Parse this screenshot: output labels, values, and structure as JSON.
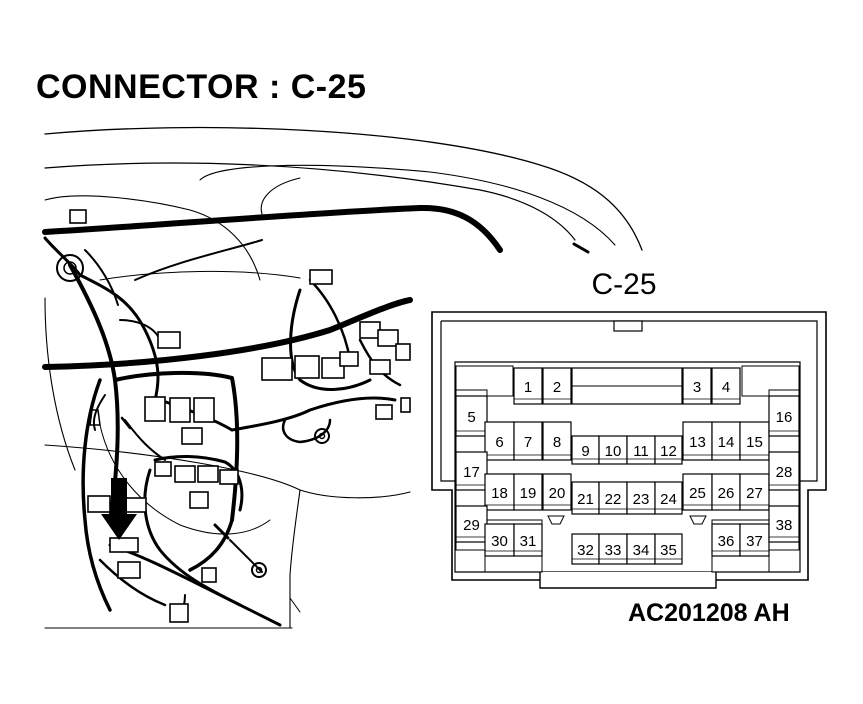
{
  "title": "CONNECTOR : C-25",
  "connector_label": "C-25",
  "reference_code": "AC201208 AH",
  "pins": [
    {
      "n": "1"
    },
    {
      "n": "2"
    },
    {
      "n": "3"
    },
    {
      "n": "4"
    },
    {
      "n": "5"
    },
    {
      "n": "6"
    },
    {
      "n": "7"
    },
    {
      "n": "8"
    },
    {
      "n": "9"
    },
    {
      "n": "10"
    },
    {
      "n": "11"
    },
    {
      "n": "12"
    },
    {
      "n": "13"
    },
    {
      "n": "14"
    },
    {
      "n": "15"
    },
    {
      "n": "16"
    },
    {
      "n": "17"
    },
    {
      "n": "18"
    },
    {
      "n": "19"
    },
    {
      "n": "20"
    },
    {
      "n": "21"
    },
    {
      "n": "22"
    },
    {
      "n": "23"
    },
    {
      "n": "24"
    },
    {
      "n": "25"
    },
    {
      "n": "26"
    },
    {
      "n": "27"
    },
    {
      "n": "28"
    },
    {
      "n": "29"
    },
    {
      "n": "30"
    },
    {
      "n": "31"
    },
    {
      "n": "32"
    },
    {
      "n": "33"
    },
    {
      "n": "34"
    },
    {
      "n": "35"
    },
    {
      "n": "36"
    },
    {
      "n": "37"
    },
    {
      "n": "38"
    }
  ]
}
